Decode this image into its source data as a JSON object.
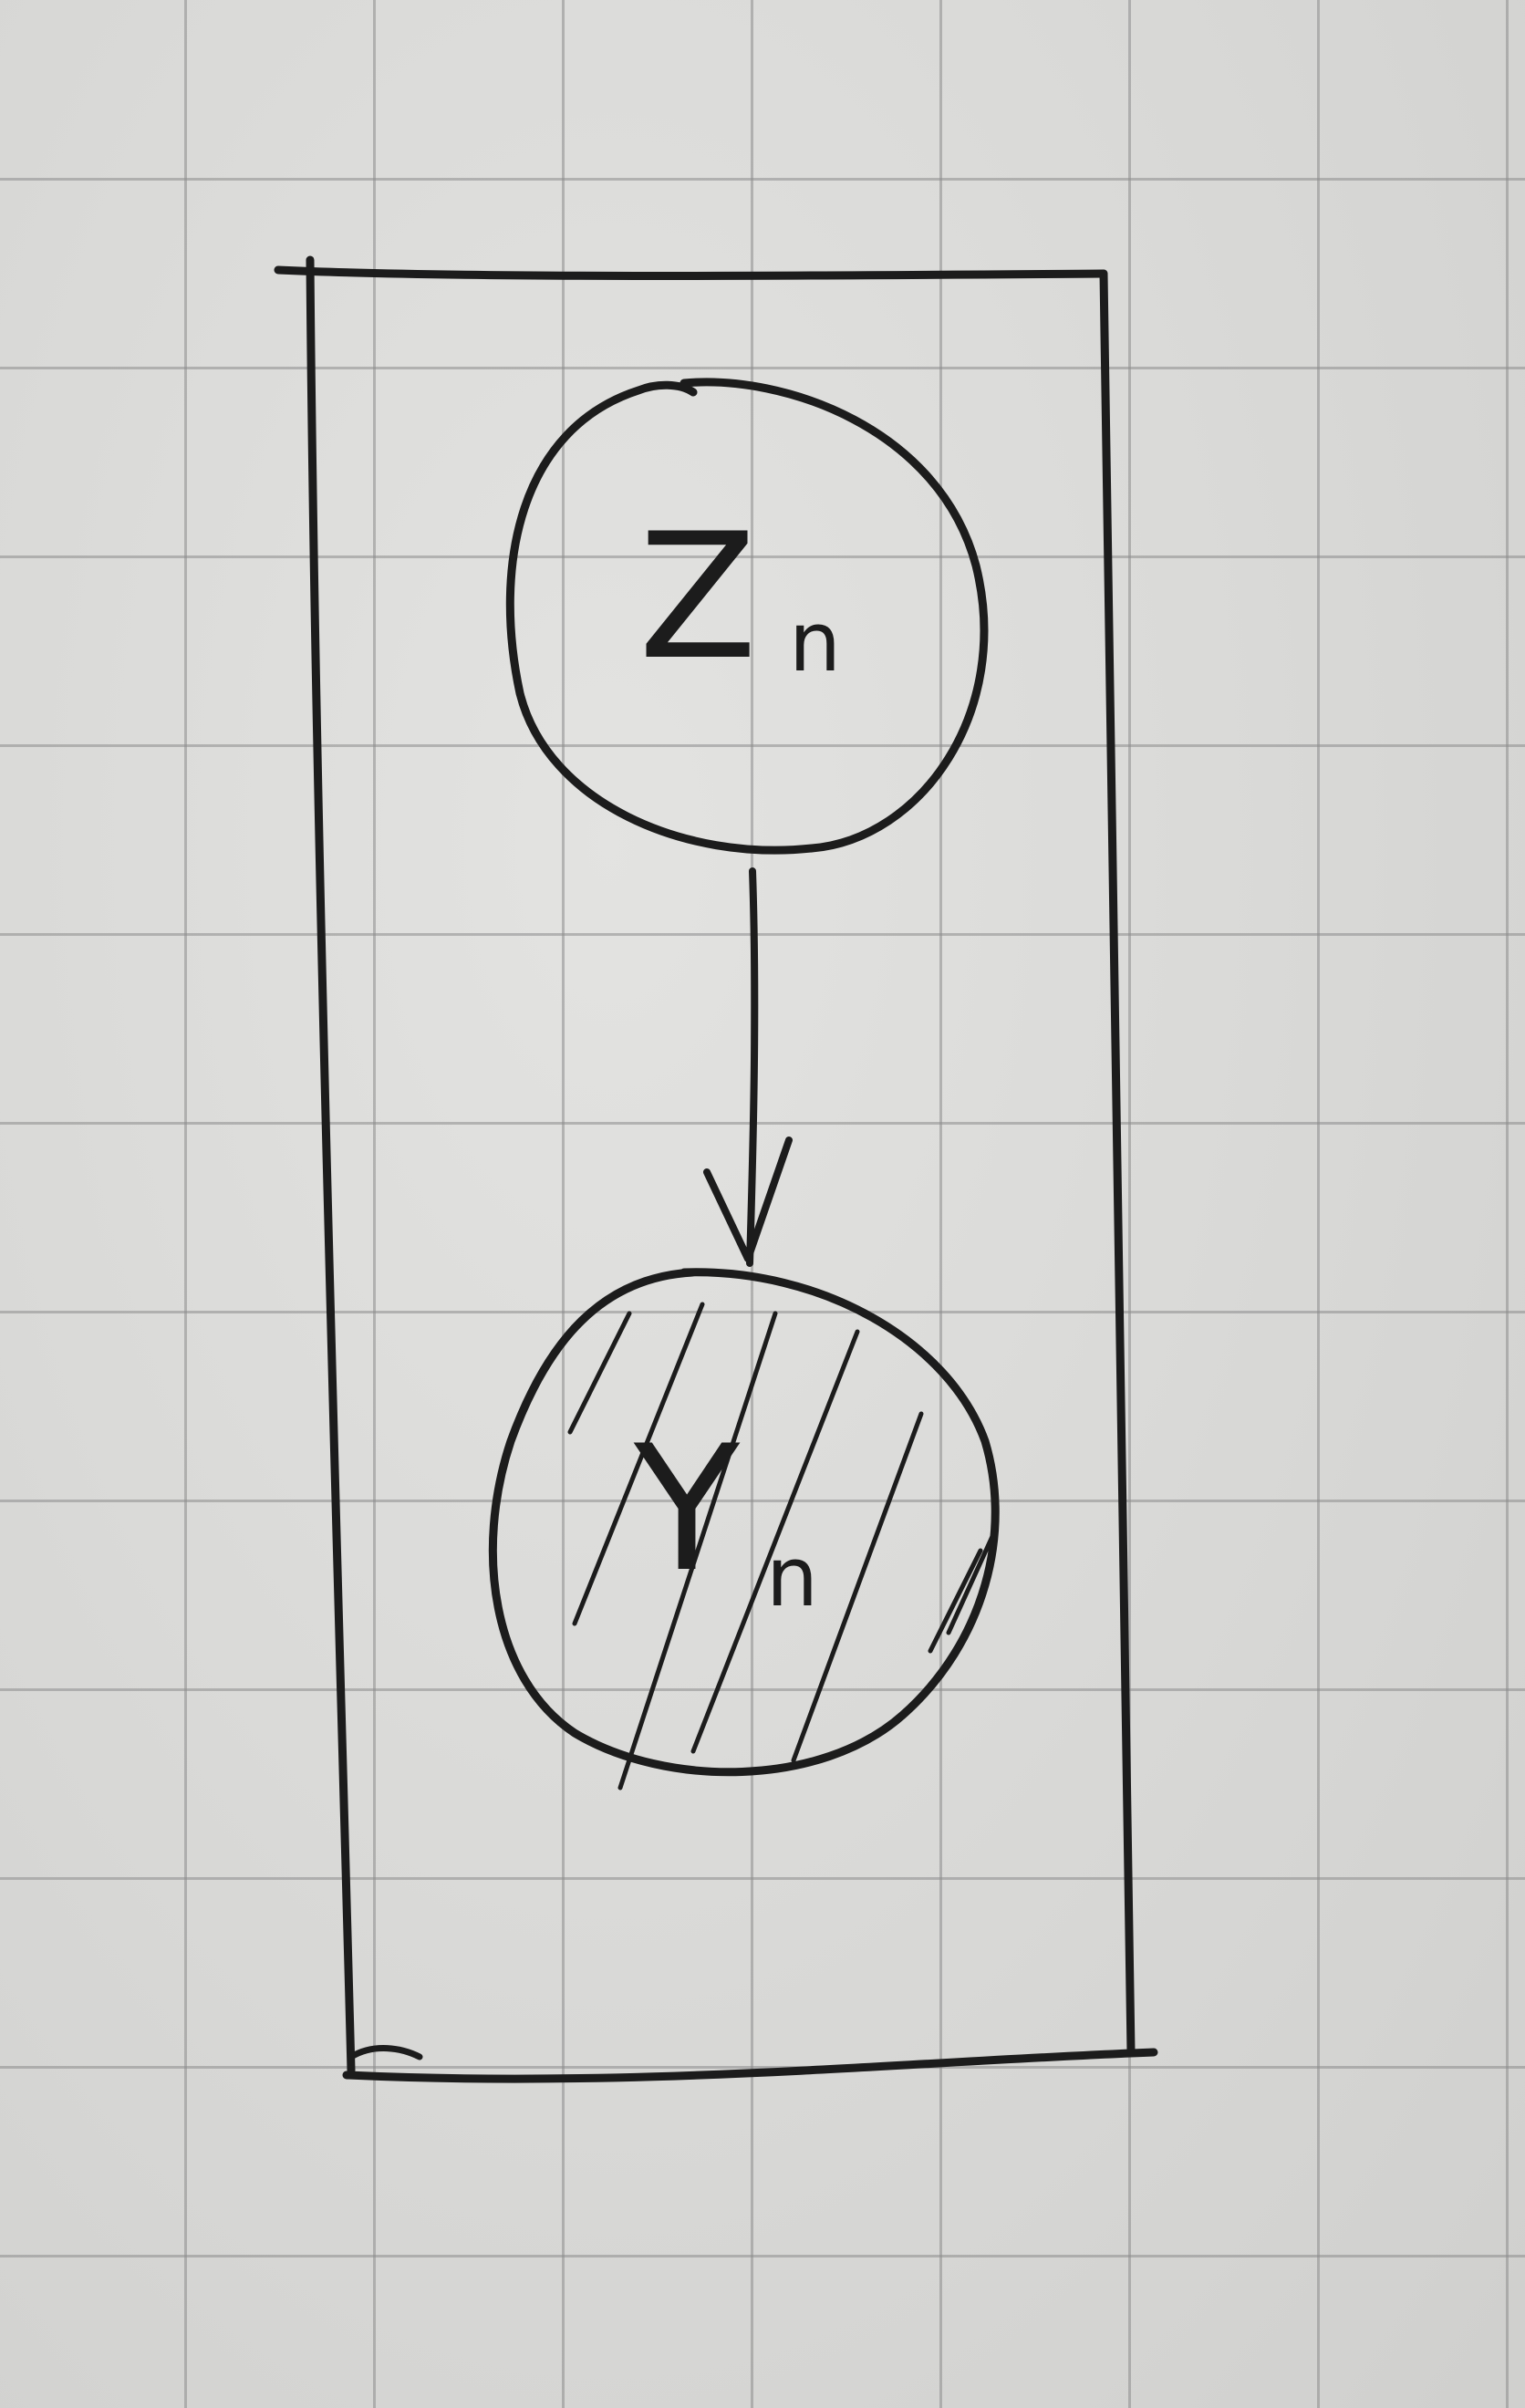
{
  "diagram": {
    "nodes": [
      {
        "id": "z",
        "label": "Z",
        "subscript": "n",
        "observed": false
      },
      {
        "id": "y",
        "label": "Y",
        "subscript": "n",
        "observed": true
      }
    ],
    "edges": [
      {
        "from": "z",
        "to": "y"
      }
    ],
    "plate": {
      "label": ""
    },
    "colors": {
      "ink": "#1c1c1c",
      "paper": "#d9d9d7",
      "grid": "#8c8c8c"
    }
  }
}
